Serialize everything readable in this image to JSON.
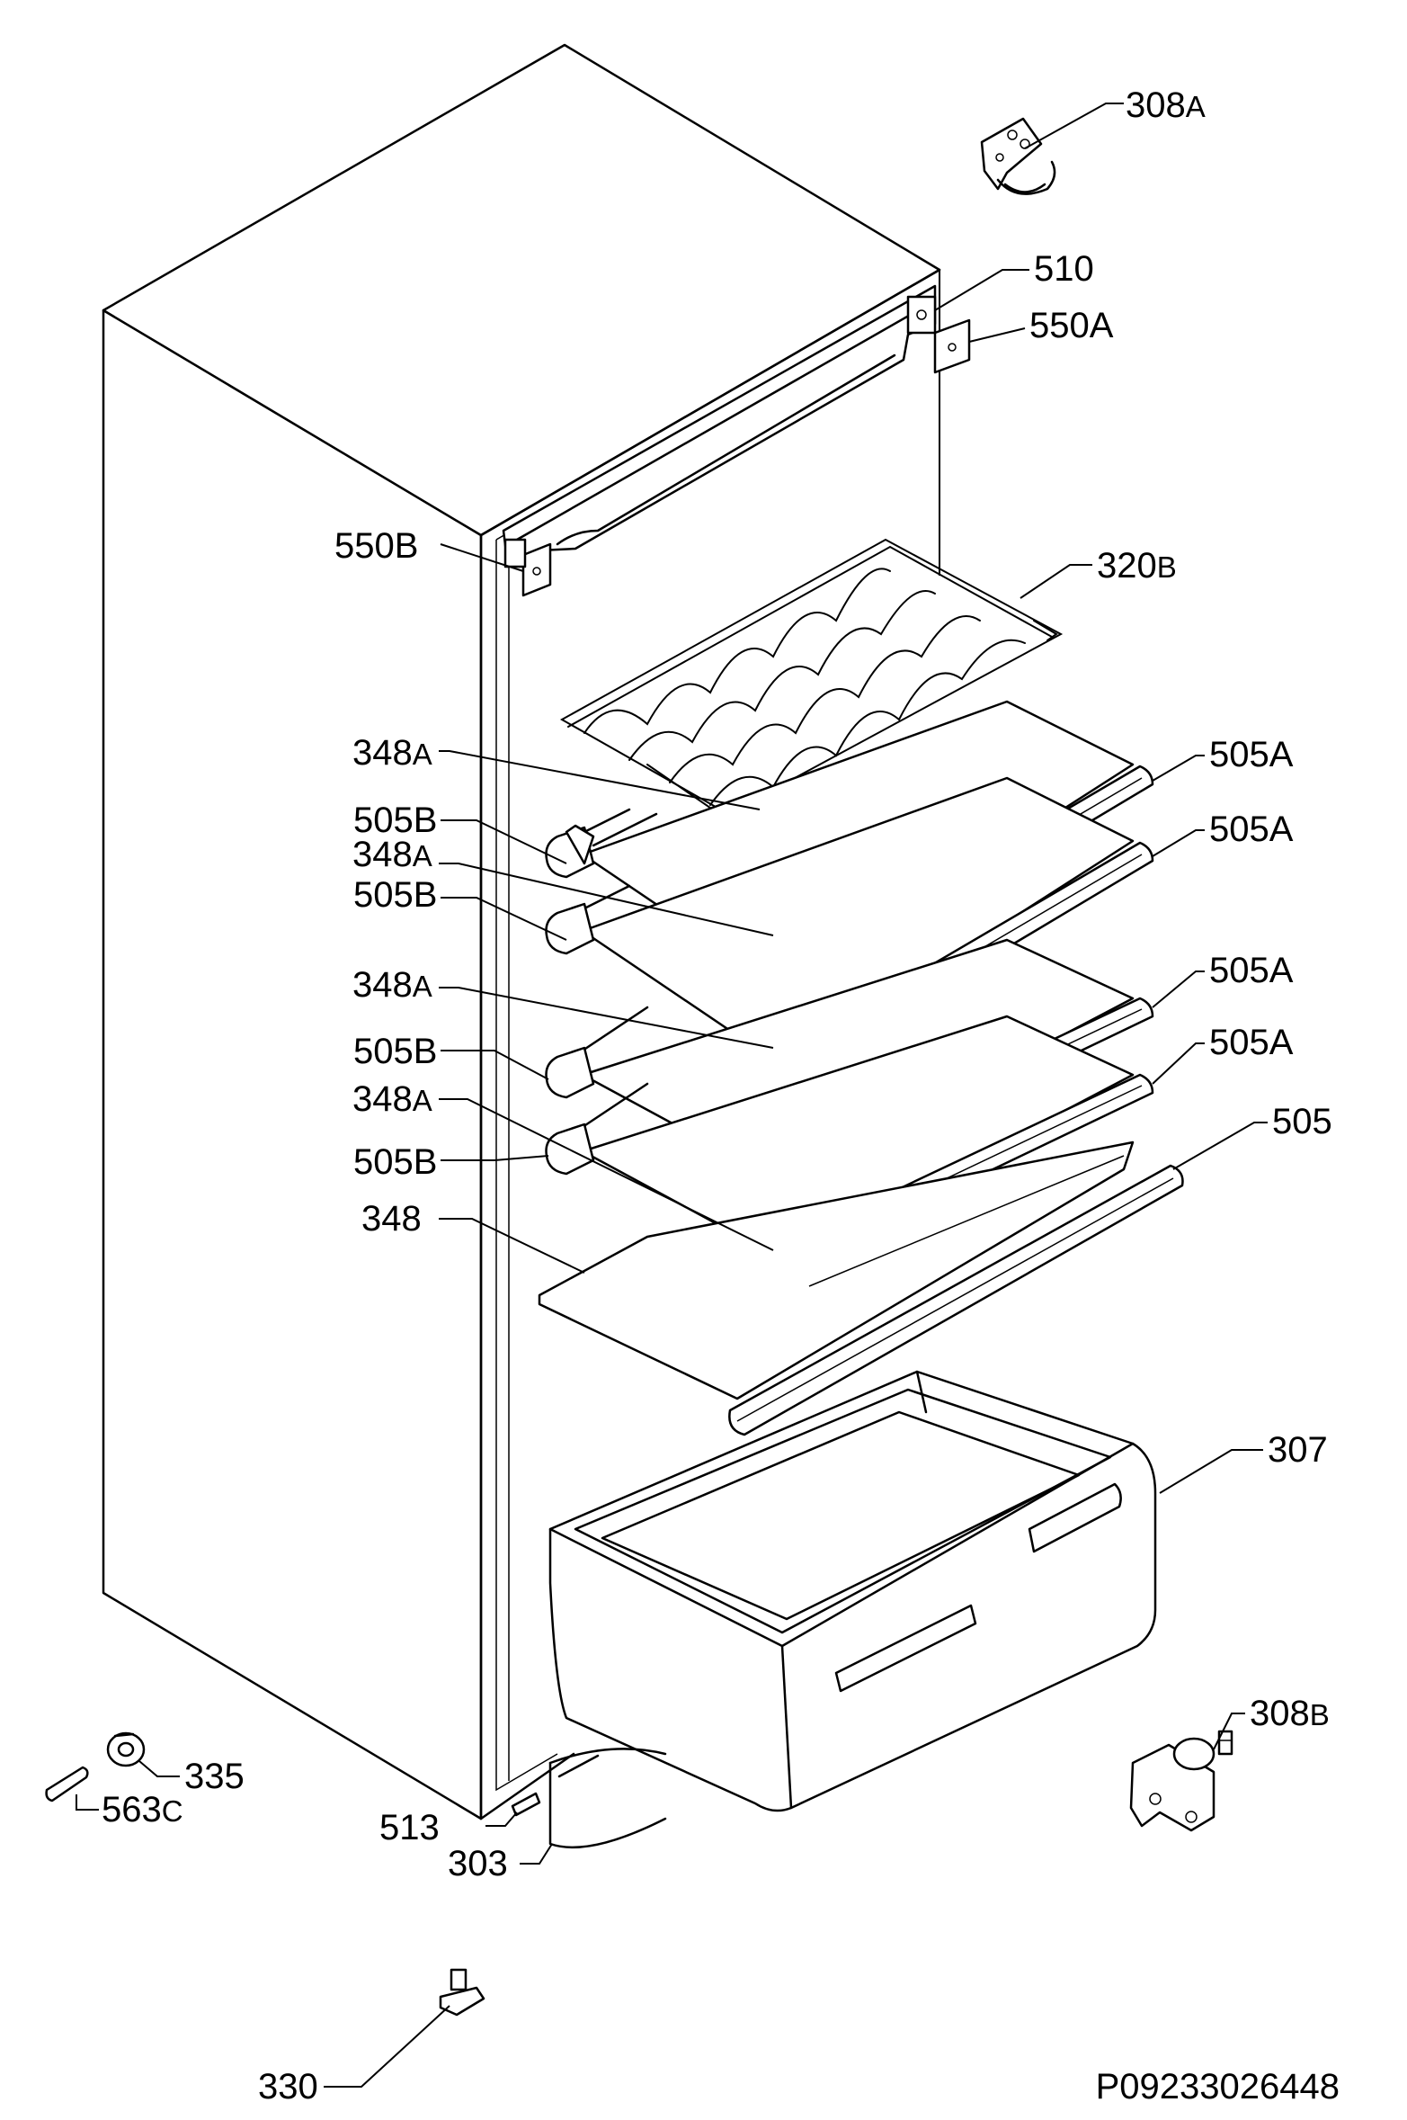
{
  "diagram": {
    "labels": {
      "l308a": {
        "main": "308",
        "suffix": "A"
      },
      "l510": {
        "main": "510",
        "suffix": ""
      },
      "l550a": {
        "main": "550A",
        "suffix": ""
      },
      "l550b": {
        "main": "550B",
        "suffix": ""
      },
      "l320b": {
        "main": "320",
        "suffix": "B"
      },
      "l348a_1": {
        "main": "348",
        "suffix": "A"
      },
      "l505b_1": {
        "main": "505B",
        "suffix": ""
      },
      "l348a_2": {
        "main": "348",
        "suffix": "A"
      },
      "l505b_2": {
        "main": "505B",
        "suffix": ""
      },
      "l348a_3": {
        "main": "348",
        "suffix": "A"
      },
      "l505b_3": {
        "main": "505B",
        "suffix": ""
      },
      "l348a_4": {
        "main": "348",
        "suffix": "A"
      },
      "l505b_4": {
        "main": "505B",
        "suffix": ""
      },
      "l348": {
        "main": "348",
        "suffix": ""
      },
      "l505a_1": {
        "main": "505A",
        "suffix": ""
      },
      "l505a_2": {
        "main": "505A",
        "suffix": ""
      },
      "l505a_3": {
        "main": "505A",
        "suffix": ""
      },
      "l505a_4": {
        "main": "505A",
        "suffix": ""
      },
      "l505": {
        "main": "505",
        "suffix": ""
      },
      "l307": {
        "main": "307",
        "suffix": ""
      },
      "l308b": {
        "main": "308",
        "suffix": "B"
      },
      "l335": {
        "main": "335",
        "suffix": ""
      },
      "l563c": {
        "main": "563",
        "suffix": "C"
      },
      "l513": {
        "main": "513",
        "suffix": ""
      },
      "l303": {
        "main": "303",
        "suffix": ""
      },
      "l330": {
        "main": "330",
        "suffix": ""
      }
    },
    "drawing_number": "P09233026448"
  }
}
